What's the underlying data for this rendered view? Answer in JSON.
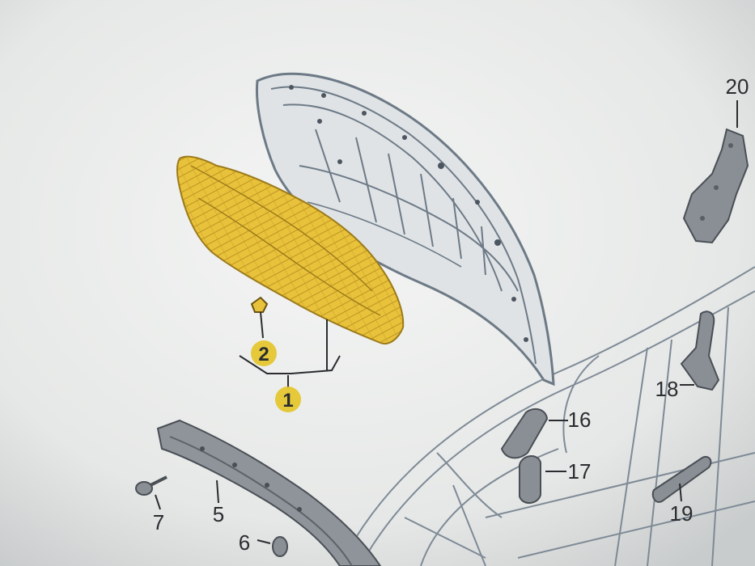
{
  "diagram": {
    "callouts": [
      {
        "id": "1",
        "label": "1",
        "highlighted": true
      },
      {
        "id": "2",
        "label": "2",
        "highlighted": true
      },
      {
        "id": "5",
        "label": "5",
        "highlighted": false
      },
      {
        "id": "6",
        "label": "6",
        "highlighted": false
      },
      {
        "id": "7",
        "label": "7",
        "highlighted": false
      },
      {
        "id": "16",
        "label": "16",
        "highlighted": false
      },
      {
        "id": "17",
        "label": "17",
        "highlighted": false
      },
      {
        "id": "18",
        "label": "18",
        "highlighted": false
      },
      {
        "id": "19",
        "label": "19",
        "highlighted": false
      },
      {
        "id": "20",
        "label": "20",
        "highlighted": false
      }
    ],
    "colors": {
      "background": "#e9ebea",
      "highlight_part": "#e8c23a",
      "highlight_marker": "#e4c426",
      "part_gray": "#8a8f96",
      "line_art": "#6d7a86"
    }
  }
}
